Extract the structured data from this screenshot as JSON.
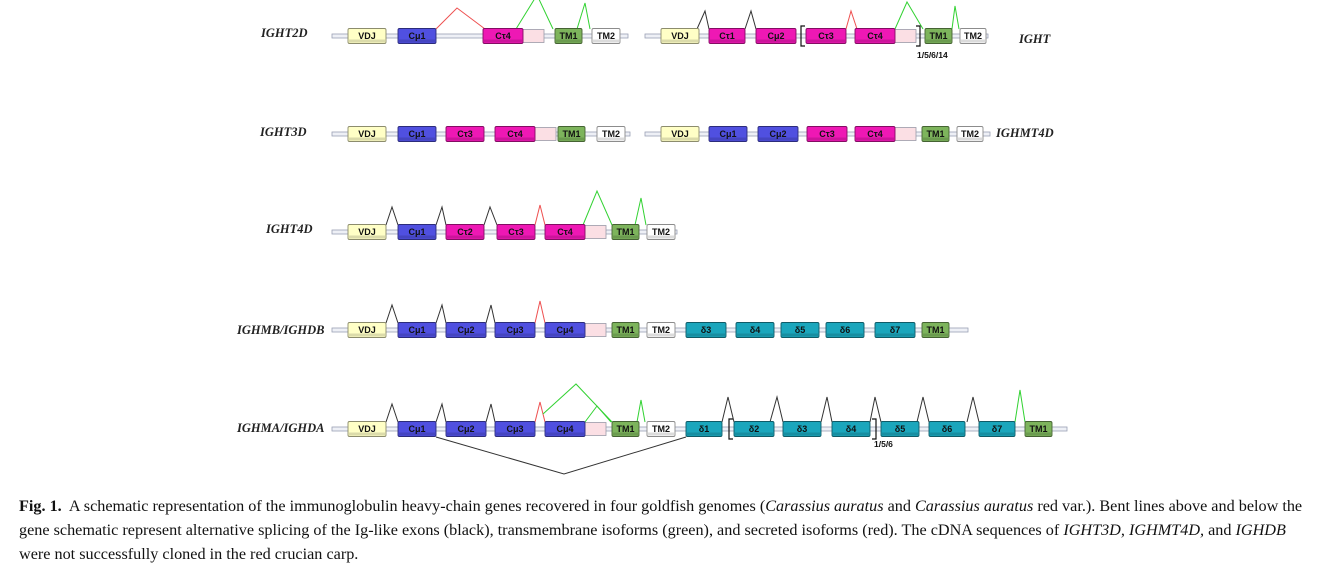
{
  "colors": {
    "vdj": "#ffffc6",
    "mu": "#5050e0",
    "tau": "#ee18b4",
    "tm": "#7db45c",
    "delta": "#1ba6bc",
    "plain": "#ffffff",
    "utr": "#fbdfe4",
    "intron": "#c3c8d8",
    "splice_ig": "#333333",
    "splice_tm": "#32d232",
    "splice_secreted": "#ee5050"
  },
  "genes": [
    {
      "name": "IGHT2D",
      "exons": [
        {
          "label": "VDJ",
          "type": "vdj"
        },
        {
          "label": "Cμ1",
          "type": "mu"
        },
        {
          "label": "Cτ4",
          "type": "tau"
        },
        {
          "label": "TM1",
          "type": "tm"
        },
        {
          "label": "TM2",
          "type": "plain"
        }
      ]
    },
    {
      "name": "IGHT",
      "exons": [
        {
          "label": "VDJ",
          "type": "vdj"
        },
        {
          "label": "Cτ1",
          "type": "tau"
        },
        {
          "label": "Cμ2",
          "type": "tau"
        },
        {
          "label": "Cτ3",
          "type": "tau"
        },
        {
          "label": "Cτ4",
          "type": "tau"
        },
        {
          "label": "TM1",
          "type": "tm"
        },
        {
          "label": "TM2",
          "type": "plain"
        }
      ],
      "bracket_note": "1/5/6/14"
    },
    {
      "name": "IGHT3D",
      "exons": [
        {
          "label": "VDJ",
          "type": "vdj"
        },
        {
          "label": "Cμ1",
          "type": "mu"
        },
        {
          "label": "Cτ3",
          "type": "tau"
        },
        {
          "label": "Cτ4",
          "type": "tau"
        },
        {
          "label": "TM1",
          "type": "tm"
        },
        {
          "label": "TM2",
          "type": "plain"
        }
      ]
    },
    {
      "name": "IGHMT4D",
      "exons": [
        {
          "label": "VDJ",
          "type": "vdj"
        },
        {
          "label": "Cμ1",
          "type": "mu"
        },
        {
          "label": "Cμ2",
          "type": "mu"
        },
        {
          "label": "Cτ3",
          "type": "tau"
        },
        {
          "label": "Cτ4",
          "type": "tau"
        },
        {
          "label": "TM1",
          "type": "tm"
        },
        {
          "label": "TM2",
          "type": "plain"
        }
      ]
    },
    {
      "name": "IGHT4D",
      "exons": [
        {
          "label": "VDJ",
          "type": "vdj"
        },
        {
          "label": "Cμ1",
          "type": "mu"
        },
        {
          "label": "Cτ2",
          "type": "tau"
        },
        {
          "label": "Cτ3",
          "type": "tau"
        },
        {
          "label": "Cτ4",
          "type": "tau"
        },
        {
          "label": "TM1",
          "type": "tm"
        },
        {
          "label": "TM2",
          "type": "plain"
        }
      ]
    },
    {
      "name": "IGHMB/IGHDB",
      "exons": [
        {
          "label": "VDJ",
          "type": "vdj"
        },
        {
          "label": "Cμ1",
          "type": "mu"
        },
        {
          "label": "Cμ2",
          "type": "mu"
        },
        {
          "label": "Cμ3",
          "type": "mu"
        },
        {
          "label": "Cμ4",
          "type": "mu"
        },
        {
          "label": "TM1",
          "type": "tm"
        },
        {
          "label": "TM2",
          "type": "plain"
        },
        {
          "label": "δ3",
          "type": "delta"
        },
        {
          "label": "δ4",
          "type": "delta"
        },
        {
          "label": "δ5",
          "type": "delta"
        },
        {
          "label": "δ6",
          "type": "delta"
        },
        {
          "label": "δ7",
          "type": "delta"
        },
        {
          "label": "TM1",
          "type": "tm"
        }
      ]
    },
    {
      "name": "IGHMA/IGHDA",
      "exons": [
        {
          "label": "VDJ",
          "type": "vdj"
        },
        {
          "label": "Cμ1",
          "type": "mu"
        },
        {
          "label": "Cμ2",
          "type": "mu"
        },
        {
          "label": "Cμ3",
          "type": "mu"
        },
        {
          "label": "Cμ4",
          "type": "mu"
        },
        {
          "label": "TM1",
          "type": "tm"
        },
        {
          "label": "TM2",
          "type": "plain"
        },
        {
          "label": "δ1",
          "type": "delta"
        },
        {
          "label": "δ2",
          "type": "delta"
        },
        {
          "label": "δ3",
          "type": "delta"
        },
        {
          "label": "δ4",
          "type": "delta"
        },
        {
          "label": "δ5",
          "type": "delta"
        },
        {
          "label": "δ6",
          "type": "delta"
        },
        {
          "label": "δ7",
          "type": "delta"
        },
        {
          "label": "TM1",
          "type": "tm"
        }
      ],
      "bracket_note": "1/5/6"
    }
  ],
  "caption": {
    "label": "Fig. 1.",
    "part1": "A schematic representation of the immunoglobulin heavy-chain genes recovered in four goldfish genomes (",
    "species1": "Carassius auratus",
    "part2": " and ",
    "species2": "Carassius auratus",
    "part3": " red var.). Bent lines above and below the gene schematic represent alternative splicing of the Ig-like exons (black), transmembrane isoforms (green), and secreted isoforms (red). The cDNA sequences of ",
    "gene1": "IGHT3D,",
    "part4": " ",
    "gene2": "IGHMT4D,",
    "part5": " and ",
    "gene3": "IGHDB",
    "part6": " were not successfully cloned in the red crucian carp."
  }
}
